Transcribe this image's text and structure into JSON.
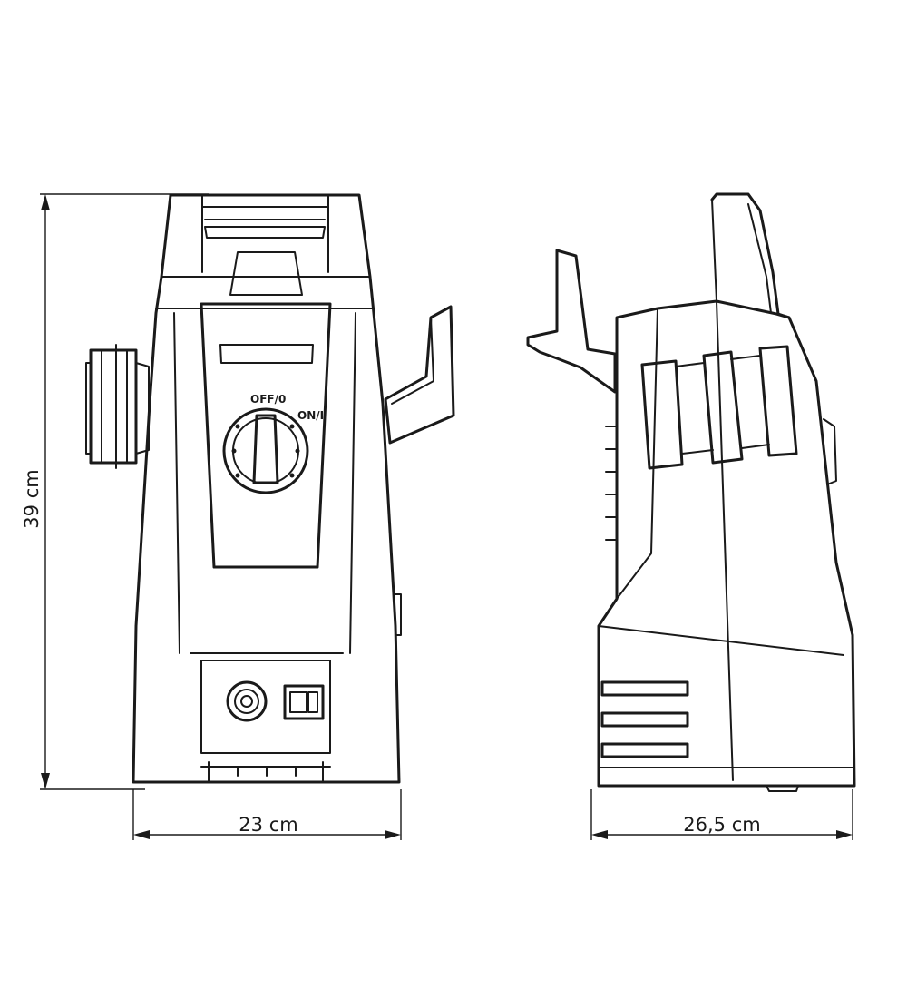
{
  "dimensions": {
    "height_label": "39 cm",
    "front_width_label": "23 cm",
    "side_depth_label": "26,5 cm"
  },
  "switch_labels": {
    "off": "OFF/0",
    "on": "ON/I"
  }
}
